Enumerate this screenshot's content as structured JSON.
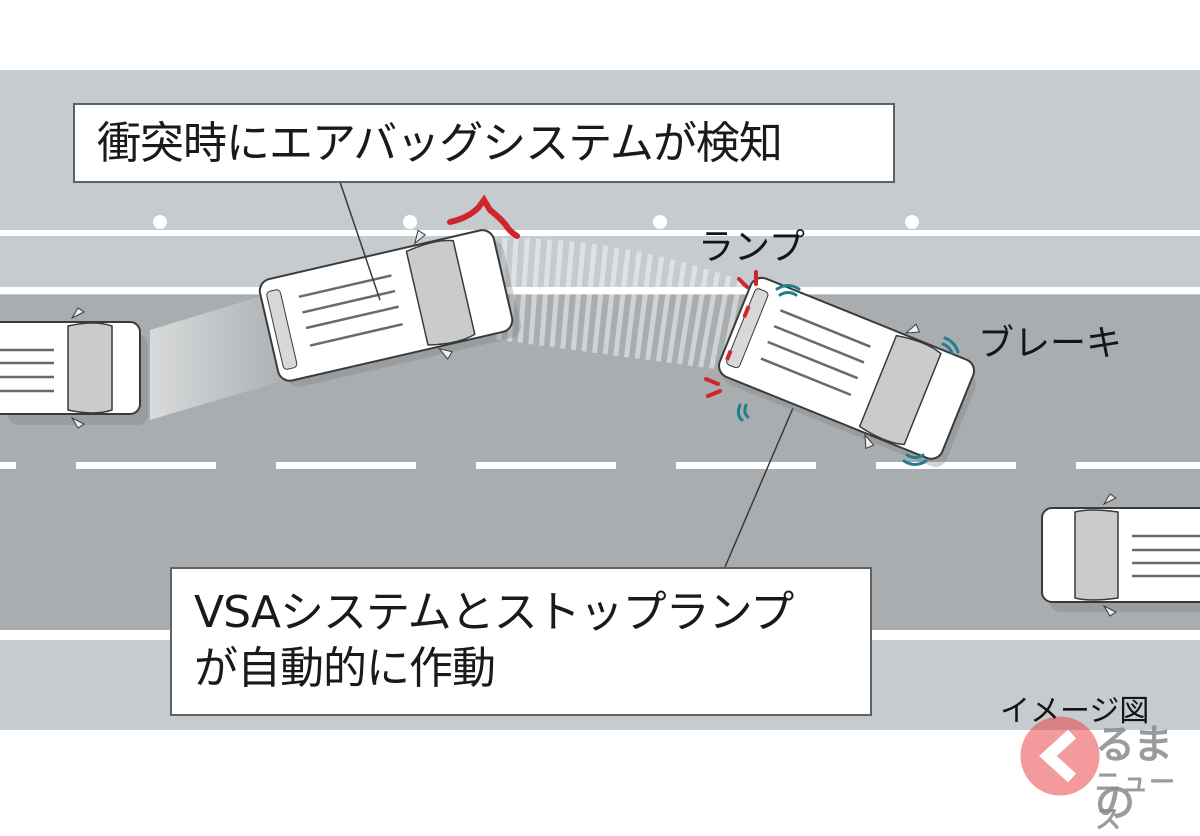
{
  "diagram": {
    "type": "illustration",
    "subject": "Emergency automatic stop after collision (airbag detection triggers VSA and stop lamp)",
    "callouts": {
      "airbag_detection": "衝突時にエアバッグシステムが検知",
      "auto_activation_line1": "VSAシステムとストップランプ",
      "auto_activation_line2": "が自動的に作動"
    },
    "labels": {
      "lamp": "ランプ",
      "brake": "ブレーキ",
      "image_note": "イメージ図"
    },
    "watermark": {
      "line1": "るまの",
      "line2": "ニュース",
      "icon": "chevron-left-circle-icon"
    },
    "vehicles": [
      {
        "id": "rear-car",
        "role": "following vehicle (partially visible, left)"
      },
      {
        "id": "collided-car",
        "role": "vehicle hit, deflecting toward shoulder"
      },
      {
        "id": "stopped-car",
        "role": "vehicle braking with stop lamps flashing"
      },
      {
        "id": "oncoming-car",
        "role": "vehicle in adjacent lane (partially visible, right)"
      }
    ],
    "colors": {
      "shoulder": "#c5cbce",
      "asphalt": "#a9adb0",
      "lane_marking": "#ffffff",
      "impact_mark": "#d0262b",
      "lamp_flash": "#d0262b",
      "brake_signal": "#1e7f8f",
      "callout_border": "#5e6265",
      "watermark_red": "#e8484d"
    }
  }
}
